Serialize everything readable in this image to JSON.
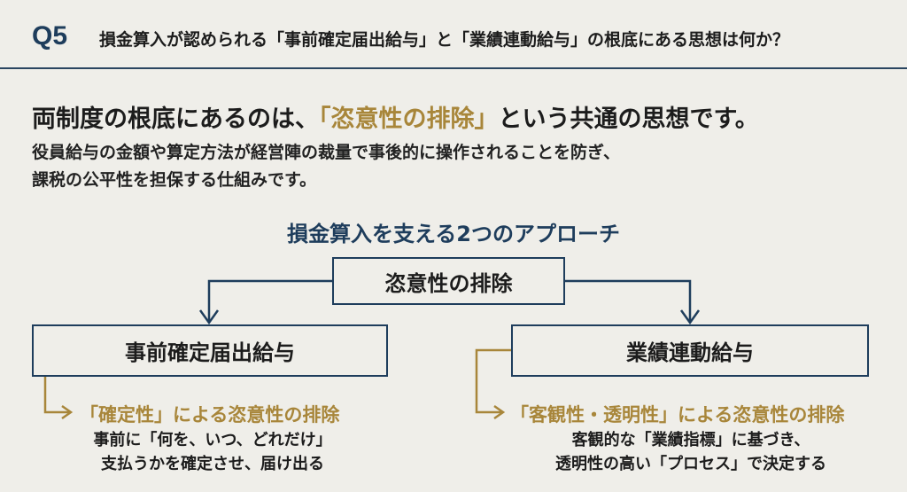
{
  "header": {
    "label": "Q5",
    "question": "損金算入が認められる「事前確定届出給与」と「業績連動給与」の根底にある思想は何か？"
  },
  "answer": {
    "heading_pre": "両制度の根底にあるのは、",
    "heading_highlight": "「恣意性の排除」",
    "heading_post": "という共通の思想です。",
    "body_lines": [
      "役員給与の金額や算定方法が経営陣の裁量で事後的に操作されることを防ぎ、",
      "課税の公平性を担保する仕組みです。"
    ]
  },
  "diagram": {
    "title": "損金算入を支える2つのアプローチ",
    "root": "恣意性の排除",
    "branches": [
      {
        "label": "事前確定届出給与",
        "point": "「確定性」による恣意性の排除",
        "desc": [
          "事前に「何を、いつ、どれだけ」",
          "支払うかを確定させ、届け出る"
        ]
      },
      {
        "label": "業績連動給与",
        "point": "「客観性・透明性」による恣意性の排除",
        "desc": [
          "客観的な「業績指標」に基づき、",
          "透明性の高い「プロセス」で決定する"
        ]
      }
    ]
  },
  "colors": {
    "navy": "#1e3d5c",
    "gold": "#a8863a",
    "background": "#efeee9"
  }
}
